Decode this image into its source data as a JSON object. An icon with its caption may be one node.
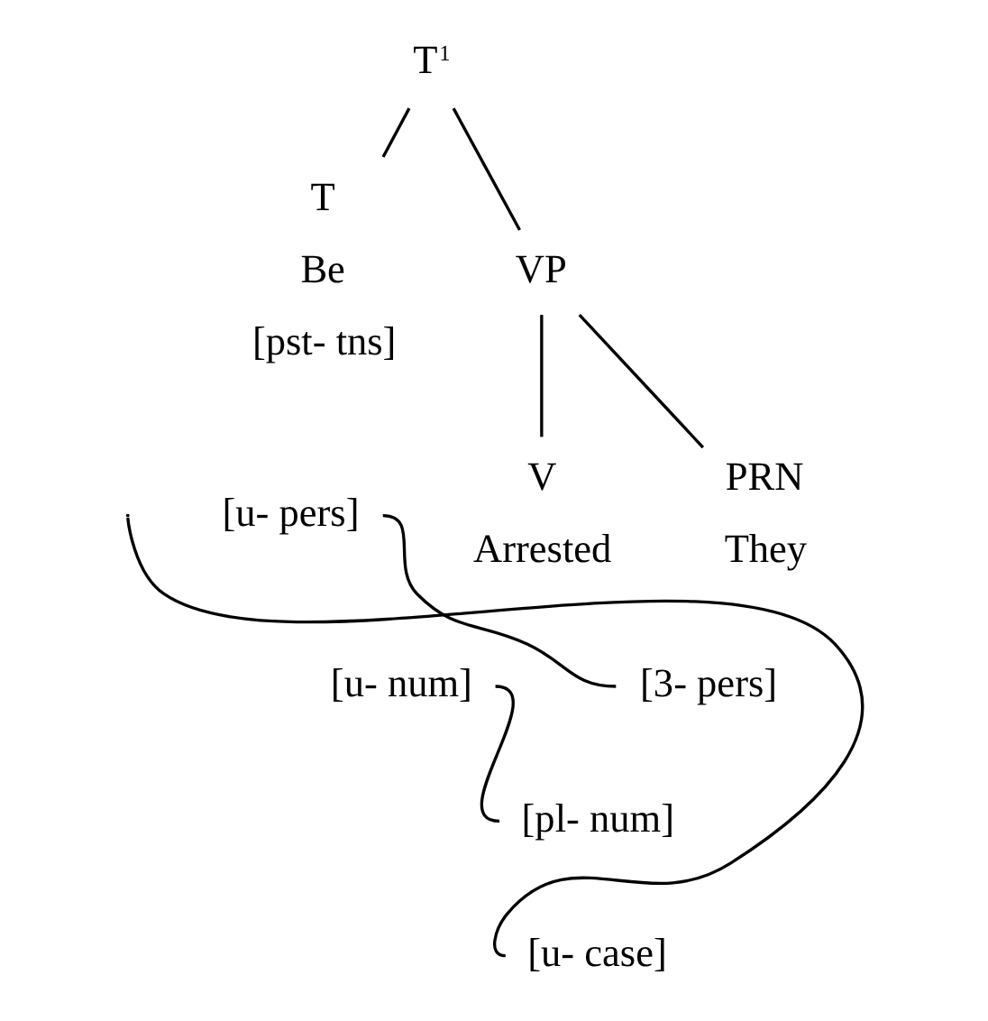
{
  "diagram": {
    "nodes": [
      {
        "text": [
          "T$^{1}$"
        ]
      },
      {
        "text": [
          "T"
        ],
        "beside": [
          "Be",
          "[pst- tns]"
        ]
      },
      {
        "text": [
          "VP"
        ]
      },
      {
        "text": [
          "[u- pers]"
        ]
      },
      {
        "text": [
          "V"
        ],
        "beside": [
          "Arrested"
        ]
      },
      {
        "text": [
          "PRN"
        ],
        "beside": [
          "They"
        ]
      },
      {
        "text": [
          "[u- num]"
        ]
      },
      {
        "text": [
          "[3- pers]"
        ]
      },
      {
        "text": [
          "[pl- num]"
        ]
      },
      {
        "text": [
          "[u- case]"
        ]
      }
    ],
    "edges": [
      {
        "from": 0,
        "to": 1,
        "arrow": "none"
      },
      {
        "from": 0,
        "to": 2,
        "arrow": "none"
      },
      {
        "from": 2,
        "to": 4,
        "arrow": "none"
      },
      {
        "from": 2,
        "to": 5,
        "arrow": "none"
      },
      {
        "from": 3,
        "to": 7,
        "arrow": "none"
      },
      {
        "from": 6,
        "to": 8,
        "arrow": "none"
      },
      {
        "from": null,
        "to": 9,
        "arrow": "none"
      }
    ]
  }
}
